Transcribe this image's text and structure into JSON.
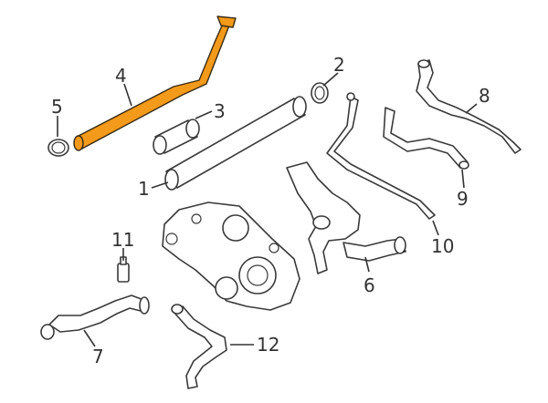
{
  "diagram": {
    "highlight_color": "#F39A1B",
    "line_color": "#3A3A3A",
    "background": "#FFFFFF",
    "highlighted_part": "4",
    "callouts": {
      "c1": "1",
      "c2": "2",
      "c3": "3",
      "c4": "4",
      "c5": "5",
      "c6": "6",
      "c7": "7",
      "c8": "8",
      "c9": "9",
      "c10": "10",
      "c11": "11",
      "c12": "12"
    }
  }
}
